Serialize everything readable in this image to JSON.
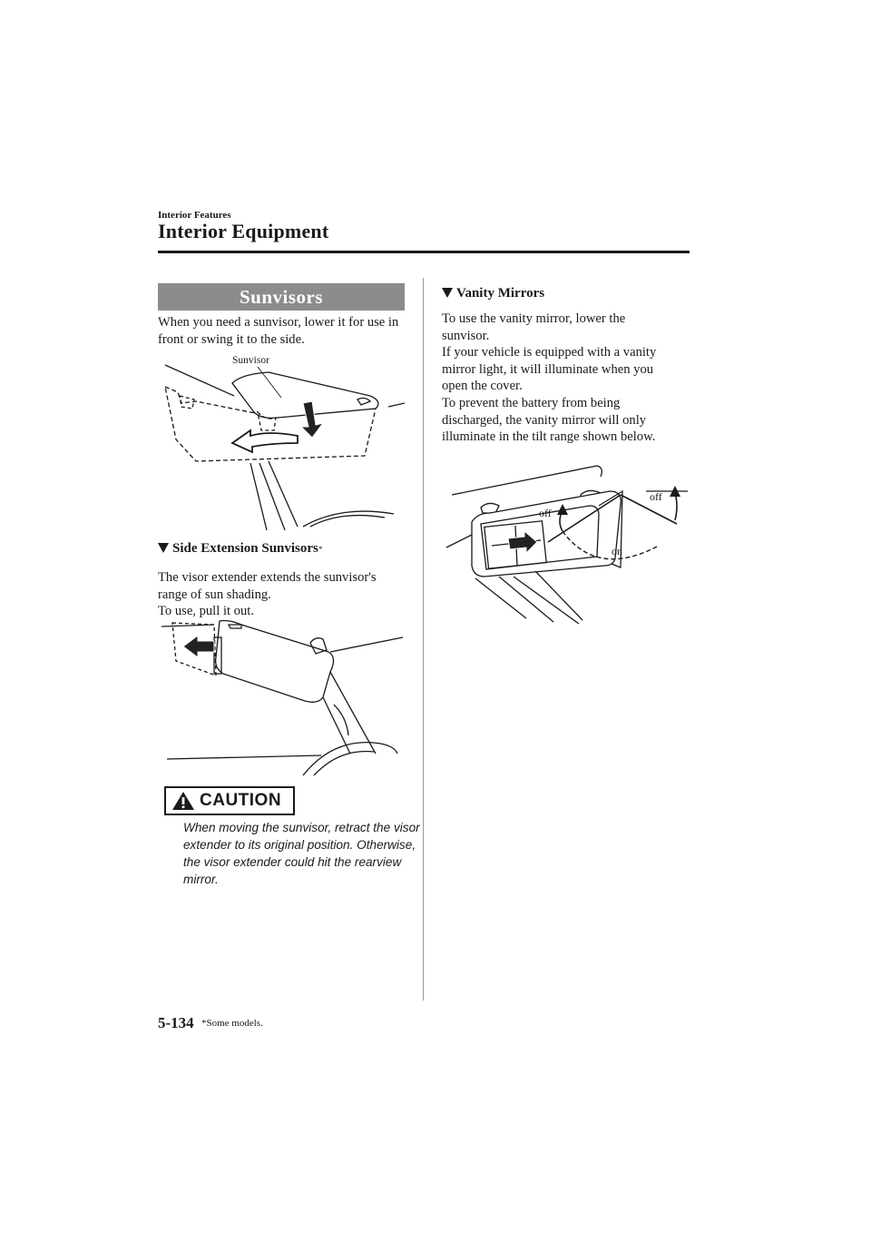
{
  "header": {
    "section_label": "Interior Features",
    "chapter_title": "Interior Equipment"
  },
  "sunvisors": {
    "band_title": "Sunvisors",
    "intro": "When you need a sunvisor, lower it for use in front or swing it to the side.",
    "figure_label": "Sunvisor"
  },
  "side_extension": {
    "title": "Side Extension Sunvisors",
    "footnote_mark": "*",
    "body_lines": [
      "The visor extender extends the sunvisor's",
      "range of sun shading.",
      "To use, pull it out."
    ]
  },
  "caution": {
    "label": "CAUTION",
    "body": "When moving the sunvisor, retract the visor extender to its original position. Otherwise, the visor extender could hit the rearview mirror."
  },
  "vanity": {
    "title": "Vanity Mirrors",
    "body_lines": [
      "To use the vanity mirror, lower the",
      "sunvisor.",
      "If your vehicle is equipped with a vanity",
      "mirror light, it will illuminate when you",
      "open the cover.",
      "To prevent the battery from being",
      "discharged, the vanity mirror will only",
      "illuminate in the tilt range shown below."
    ],
    "figure_labels": {
      "off_left": "off",
      "off_right": "off",
      "on": "on"
    }
  },
  "footer": {
    "page_number": "5-134",
    "footnote": "*Some models."
  }
}
